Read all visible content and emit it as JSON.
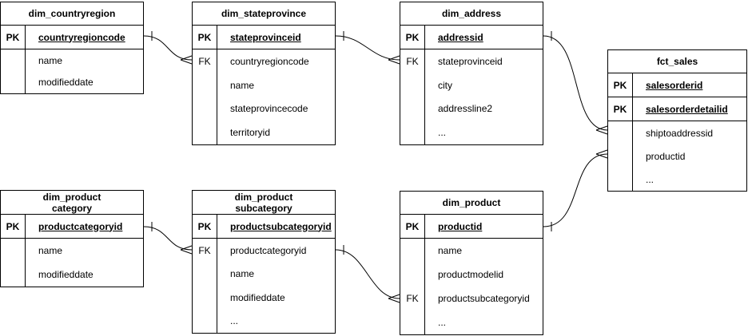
{
  "diagram": {
    "type": "entity-relationship",
    "background_color": "#ffffff",
    "line_color": "#000000",
    "text_color": "#000000",
    "entities": [
      {
        "title": "dim_countryregion",
        "rows": [
          {
            "key": "PK",
            "field": "countryregioncode"
          },
          {
            "key": "",
            "field": "name"
          },
          {
            "key": "",
            "field": "modifieddate"
          }
        ]
      },
      {
        "title": "dim_stateprovince",
        "rows": [
          {
            "key": "PK",
            "field": "stateprovinceid"
          },
          {
            "key": "FK",
            "field": "countryregioncode"
          },
          {
            "key": "",
            "field": "name"
          },
          {
            "key": "",
            "field": "stateprovincecode"
          },
          {
            "key": "",
            "field": "territoryid"
          }
        ]
      },
      {
        "title": "dim_address",
        "rows": [
          {
            "key": "PK",
            "field": "addressid"
          },
          {
            "key": "FK",
            "field": "stateprovinceid"
          },
          {
            "key": "",
            "field": "city"
          },
          {
            "key": "",
            "field": "addressline2"
          },
          {
            "key": "",
            "field": "..."
          }
        ]
      },
      {
        "title": "fct_sales",
        "rows": [
          {
            "key": "PK",
            "field": "salesorderid"
          },
          {
            "key": "PK",
            "field": "salesorderdetailid"
          },
          {
            "key": "",
            "field": "shiptoaddressid"
          },
          {
            "key": "",
            "field": "productid"
          },
          {
            "key": "",
            "field": "..."
          }
        ]
      },
      {
        "title": "dim_product",
        "title2": "category",
        "rows": [
          {
            "key": "PK",
            "field": "productcategoryid"
          },
          {
            "key": "",
            "field": "name"
          },
          {
            "key": "",
            "field": "modifieddate"
          }
        ]
      },
      {
        "title": "dim_product",
        "title2": "subcategory",
        "rows": [
          {
            "key": "PK",
            "field": "productsubcategoryid"
          },
          {
            "key": "FK",
            "field": "productcategoryid"
          },
          {
            "key": "",
            "field": "name"
          },
          {
            "key": "",
            "field": "modifieddate"
          },
          {
            "key": "",
            "field": "..."
          }
        ]
      },
      {
        "title": "dim_product",
        "rows": [
          {
            "key": "PK",
            "field": "productid"
          },
          {
            "key": "",
            "field": "name"
          },
          {
            "key": "",
            "field": "productmodelid"
          },
          {
            "key": "FK",
            "field": "productsubcategoryid"
          },
          {
            "key": "",
            "field": "..."
          }
        ]
      }
    ],
    "relationships": [
      {
        "from": "dim_countryregion",
        "to": "dim_stateprovince",
        "cardinality": "one-to-many"
      },
      {
        "from": "dim_stateprovince",
        "to": "dim_address",
        "cardinality": "one-to-many"
      },
      {
        "from": "dim_address",
        "to": "fct_sales",
        "cardinality": "one-to-many"
      },
      {
        "from": "dim_product",
        "to": "fct_sales",
        "cardinality": "one-to-many"
      },
      {
        "from": "dim_productcategory",
        "to": "dim_productsubcategory",
        "cardinality": "one-to-many"
      },
      {
        "from": "dim_productsubcategory",
        "to": "dim_product",
        "cardinality": "one-to-many"
      }
    ]
  }
}
